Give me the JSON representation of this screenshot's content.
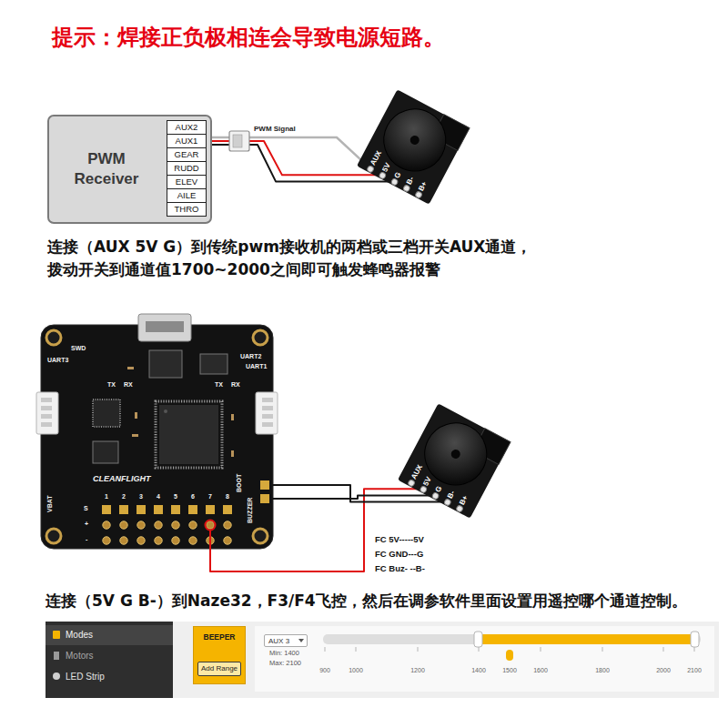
{
  "diagram": {
    "title": "提示：焊接正负极相连会导致电源短路。",
    "nodes": [
      {
        "text": [
          "PWM Receiver"
        ]
      },
      {
        "text": [
          "AUX2"
        ],
        "in": 0
      },
      {
        "text": [
          "AUX1"
        ],
        "in": 0
      },
      {
        "text": [
          "GEAR"
        ],
        "in": 0
      },
      {
        "text": [
          "RUDD"
        ],
        "in": 0
      },
      {
        "text": [
          "ELEV"
        ],
        "in": 0
      },
      {
        "text": [
          "AILE"
        ],
        "in": 0
      },
      {
        "text": [
          "THRO"
        ],
        "in": 0
      },
      {
        "text": [
          "AUX",
          "5V",
          "G",
          "B-",
          "B+"
        ]
      },
      {
        "text": [
          "SWD",
          "UART3",
          "UART2",
          "UART1",
          "TX",
          "RX",
          "TX",
          "RX",
          "CLEANFLIGHT",
          "VBAT",
          "1",
          "2",
          "3",
          "4",
          "5",
          "6",
          "7",
          "8",
          "S",
          "+",
          "-",
          "BOOT",
          "BUZZER"
        ]
      },
      {
        "text": [
          "AUX",
          "5V",
          "G",
          "B-",
          "B+"
        ]
      },
      {
        "text": [
          "BEEPER"
        ]
      },
      {
        "text": [
          "Add Range"
        ],
        "in": 11
      },
      {
        "text": [
          "AUX 3"
        ]
      }
    ],
    "edges": [
      {
        "from": 2,
        "to": 8,
        "label": "PWM Signal",
        "arrow": "none"
      },
      {
        "from": 2,
        "to": 8,
        "arrow": "none"
      },
      {
        "from": 2,
        "to": 8,
        "arrow": "none"
      },
      {
        "from": 9,
        "to": 10,
        "arrow": "none"
      },
      {
        "from": 9,
        "to": 10,
        "arrow": "none"
      },
      {
        "from": 9,
        "to": 10,
        "arrow": "none"
      }
    ],
    "labels": [
      "连接（AUX 5V G）到传统pwm接收机的两档或三档开关AUX通道，",
      "拨动开关到通道值1700~2000之间即可触发蜂鸣器报警",
      "FC 5V-----5V",
      "FC GND---G",
      "FC Buz- --B-",
      "连接（5V G B-）到Naze32，F3/F4飞控，然后在调参软件里面设置用遥控哪个通道控制。",
      "Modes",
      "Motors",
      "LED Strip",
      "Min: 1400",
      "Max: 2100",
      "900",
      "1000",
      "1200",
      "1400",
      "1500",
      "1600",
      "1800",
      "2000",
      "2100"
    ]
  }
}
